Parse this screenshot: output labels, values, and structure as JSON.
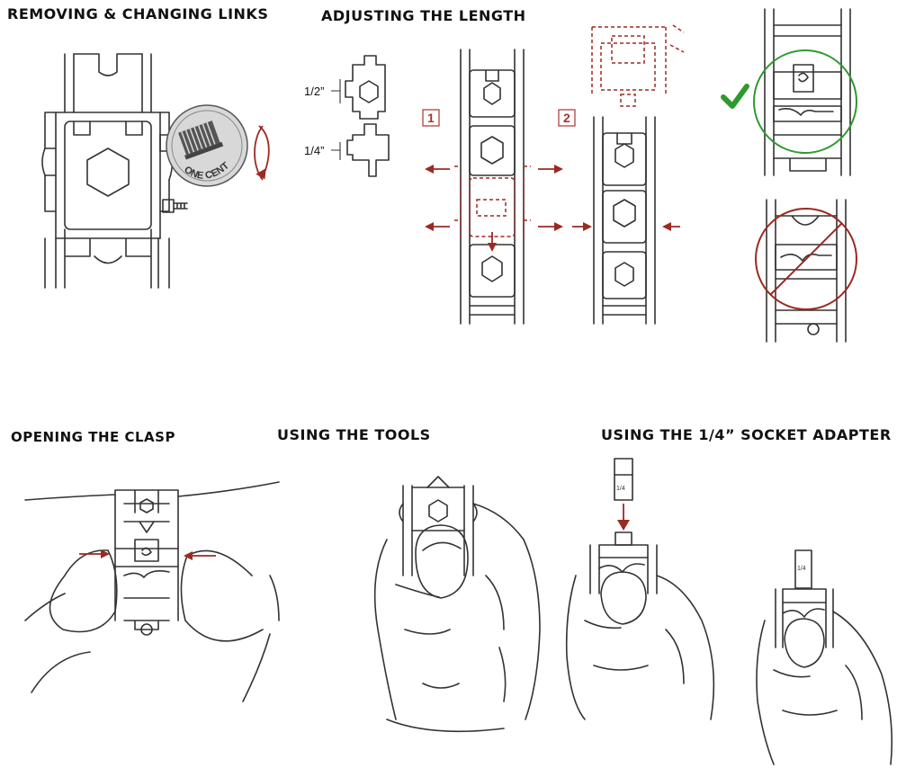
{
  "titles": {
    "removing": "REMOVING & CHANGING LINKS",
    "adjusting": "ADJUSTING THE LENGTH",
    "clasp": "OPENING THE CLASP",
    "tools": "USING THE TOOLS",
    "socket": "USING THE 1/4” SOCKET ADAPTER"
  },
  "labels": {
    "half": "1/2”",
    "quarter": "1/4”",
    "step1": "1",
    "step2": "2",
    "coin": "ONE CENT",
    "adapter_tag_a": "1/4",
    "adapter_tag_b": "1/4"
  },
  "colors": {
    "ink": "#333333",
    "accent_red": "#9b2a22",
    "ok_green": "#2e9a2e",
    "no_red": "#9b2a22"
  },
  "icons": {
    "check": "check-mark-icon",
    "prohibited": "no-sign-icon",
    "rotate": "rotate-arrow-icon"
  }
}
